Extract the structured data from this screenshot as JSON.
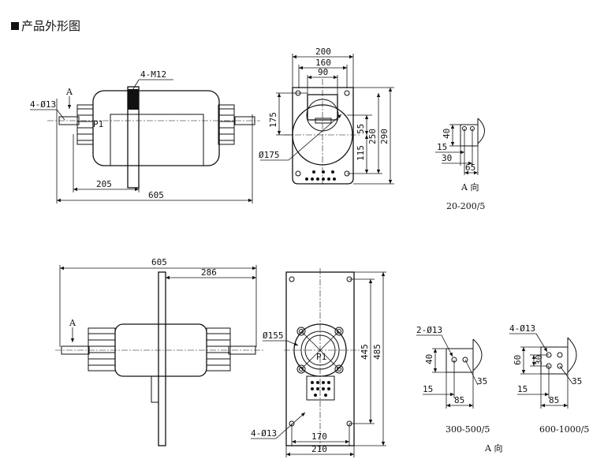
{
  "title": "产品外形图",
  "top_side": {
    "hole_label": "4-Ø13",
    "thread_label": "4-M12",
    "view_a": "A",
    "p1": "P1",
    "dim_205": "205",
    "dim_605": "605"
  },
  "top_front": {
    "dim_200": "200",
    "dim_160": "160",
    "dim_90": "90",
    "dim_175": "175",
    "dim_55": "55",
    "dim_250": "250",
    "dim_290": "290",
    "dim_115": "115",
    "dim_d175": "Ø175"
  },
  "top_detail": {
    "dim_40": "40",
    "dim_15": "15",
    "dim_30": "30",
    "dim_65": "65",
    "view_label": "A 向",
    "model": "20-200/5"
  },
  "bottom_side": {
    "dim_605": "605",
    "dim_286": "286",
    "view_a": "A",
    "dim_d155": "Ø155"
  },
  "bottom_front": {
    "p1": "P1",
    "dim_445": "445",
    "dim_485": "485",
    "hole_label": "4-Ø13",
    "dim_170": "170",
    "dim_210": "210"
  },
  "detail_300": {
    "hole_label": "2-Ø13",
    "dim_40": "40",
    "dim_35": "35",
    "dim_15": "15",
    "dim_85": "85",
    "model": "300-500/5"
  },
  "detail_600": {
    "hole_label": "4-Ø13",
    "dim_60": "60",
    "dim_30": "30",
    "dim_35": "35",
    "dim_15": "15",
    "dim_85": "85",
    "model": "600-1000/5"
  },
  "bottom_view_label": "A 向"
}
